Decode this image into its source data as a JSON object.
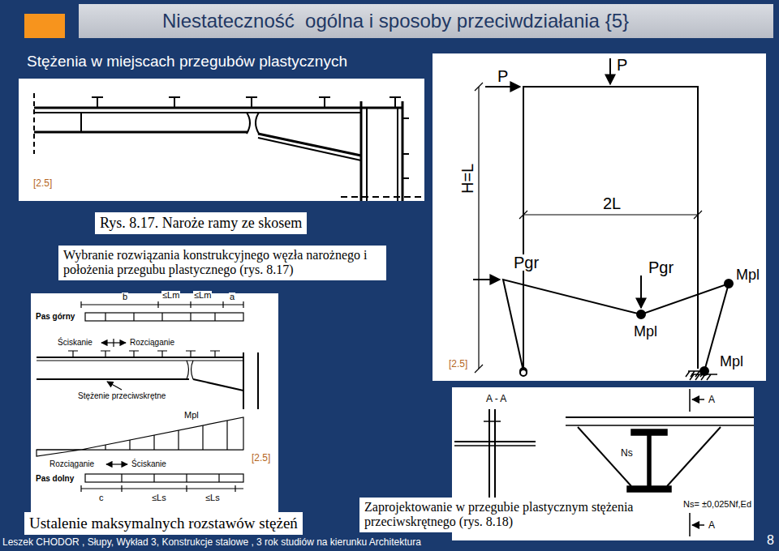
{
  "diagram": {
    "title": "Niestateczność  ogólna i sposoby przeciwdziałania {5}",
    "nodes": [
      {
        "text": [
          "Rys. 8.17. Naroże ramy ze skosem"
        ]
      },
      {
        "text": [
          "Wybranie rozwiązania konstrukcyjnego węzła narożnego i położenia przegubu plastycznego (rys. 8.17)"
        ]
      },
      {
        "text": [
          "Ustalenie maksymalnych rozstawów stężeń"
        ]
      },
      {
        "text": [
          "Zaprojektowanie w przegubie plastycznym stężenia przeciwskrętnego (rys. 8.18)"
        ]
      }
    ],
    "labels": [
      "Stężenia w miejscach przegubów plastycznych",
      "[2.5]",
      "b",
      "≤Lm",
      "≤Lm",
      "a",
      "Pas górny",
      "Ściskanie",
      "Rozciąganie",
      "Stężenie przeciwskrętne",
      "Mpl",
      "[2.5]",
      "Rozciąganie",
      "Ściskanie",
      "Pas dolny",
      "c",
      "≤Ls",
      "≤Ls",
      "P",
      "P",
      "H=L",
      "2L",
      "Pgr",
      "Pgr",
      "Mpl",
      "Mpl",
      "Mpl",
      "[2.5]",
      "A - A",
      "A",
      "Ns",
      "Ns= ±0,025Nf,Ed",
      "A",
      "Leszek CHODOR , Słupy, Wykład 3, Konstrukcje stalowe , 3 rok studiów na kierunku Architektura",
      "8"
    ]
  }
}
